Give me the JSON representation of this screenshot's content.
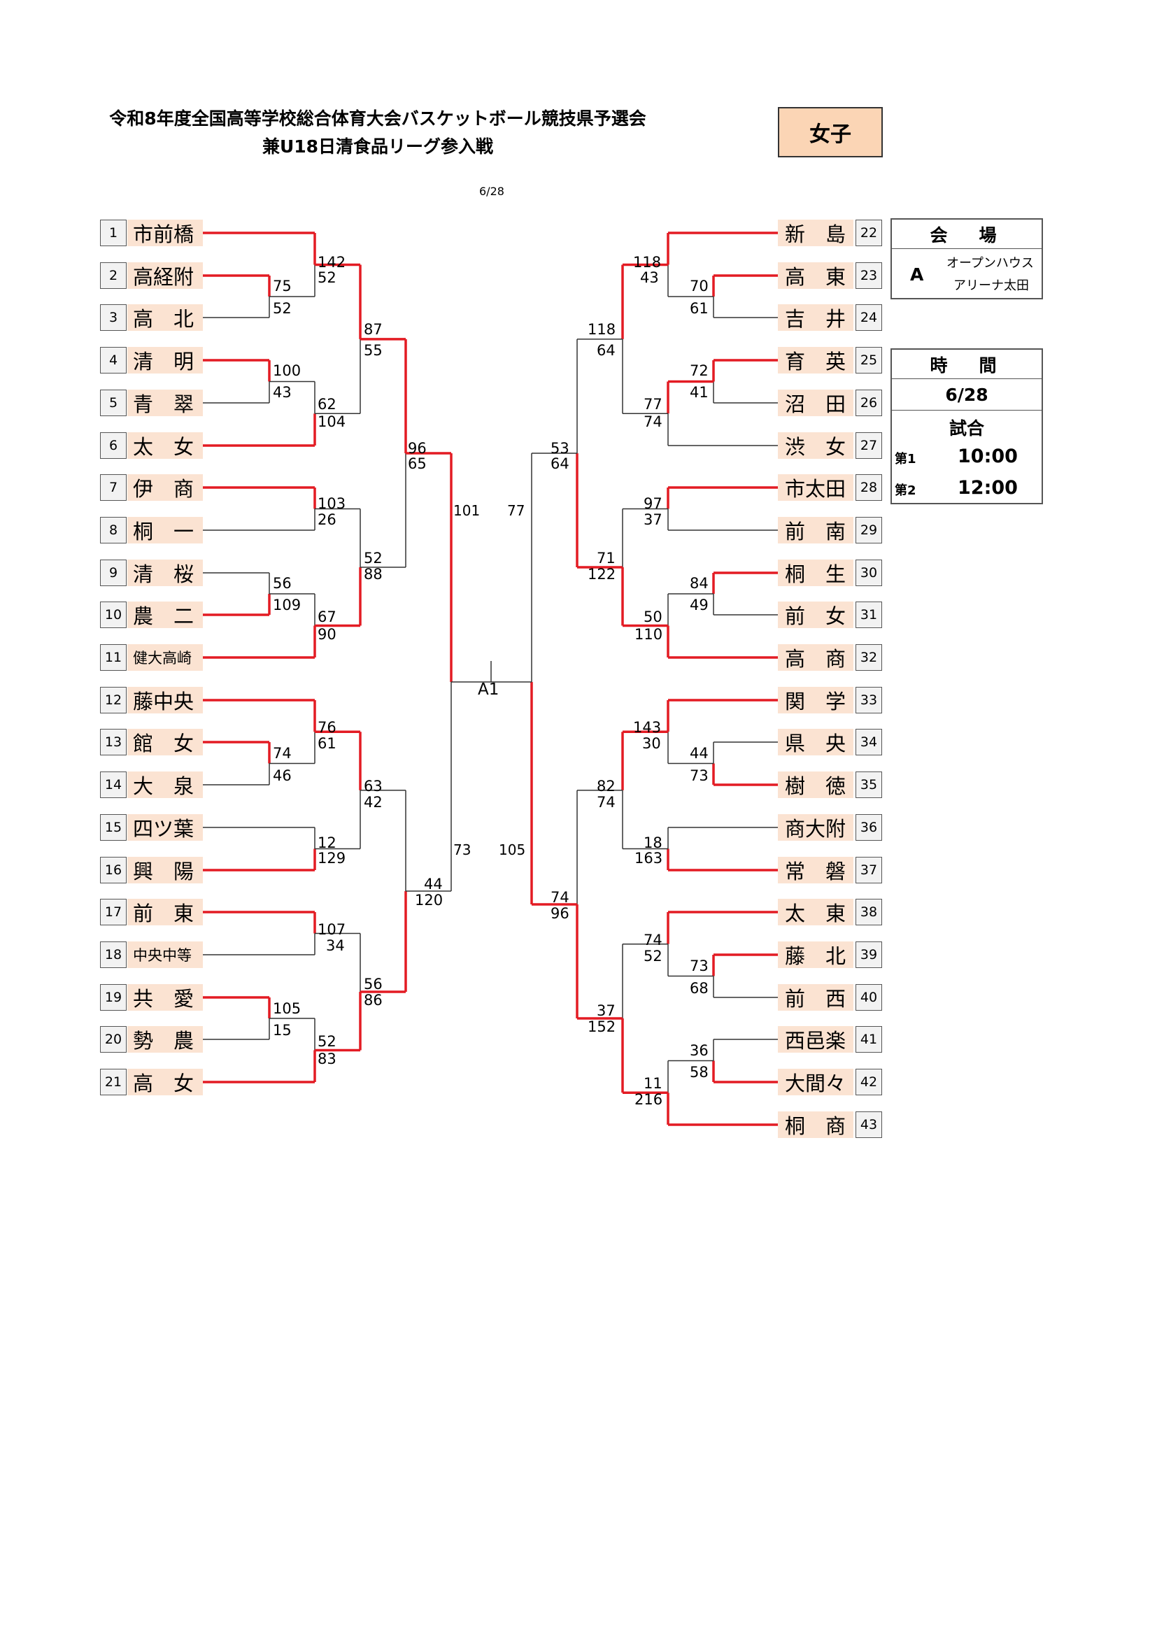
{
  "header": {
    "title_line1": "令和8年度全国高等学校総合体育大会バスケットボール競技県予選会",
    "title_line2": "兼U18日清食品リーグ参入戦",
    "gender": "女子",
    "date": "6/28"
  },
  "left_teams": [
    {
      "num": "1",
      "name": "市前橋"
    },
    {
      "num": "2",
      "name": "高経附"
    },
    {
      "num": "3",
      "name": "高　北"
    },
    {
      "num": "4",
      "name": "清　明"
    },
    {
      "num": "5",
      "name": "青　翠"
    },
    {
      "num": "6",
      "name": "太　女"
    },
    {
      "num": "7",
      "name": "伊　商"
    },
    {
      "num": "8",
      "name": "桐　一"
    },
    {
      "num": "9",
      "name": "清　桜"
    },
    {
      "num": "10",
      "name": "農　二"
    },
    {
      "num": "11",
      "name": "健大高崎"
    },
    {
      "num": "12",
      "name": "藤中央"
    },
    {
      "num": "13",
      "name": "館　女"
    },
    {
      "num": "14",
      "name": "大　泉"
    },
    {
      "num": "15",
      "name": "四ツ葉"
    },
    {
      "num": "16",
      "name": "興　陽"
    },
    {
      "num": "17",
      "name": "前　東"
    },
    {
      "num": "18",
      "name": "中央中等"
    },
    {
      "num": "19",
      "name": "共　愛"
    },
    {
      "num": "20",
      "name": "勢　農"
    },
    {
      "num": "21",
      "name": "高　女"
    }
  ],
  "right_teams": [
    {
      "num": "22",
      "name": "新　島"
    },
    {
      "num": "23",
      "name": "高　東"
    },
    {
      "num": "24",
      "name": "吉　井"
    },
    {
      "num": "25",
      "name": "育　英"
    },
    {
      "num": "26",
      "name": "沼　田"
    },
    {
      "num": "27",
      "name": "渋　女"
    },
    {
      "num": "28",
      "name": "市太田"
    },
    {
      "num": "29",
      "name": "前　南"
    },
    {
      "num": "30",
      "name": "桐　生"
    },
    {
      "num": "31",
      "name": "前　女"
    },
    {
      "num": "32",
      "name": "高　商"
    },
    {
      "num": "33",
      "name": "関　学"
    },
    {
      "num": "34",
      "name": "県　央"
    },
    {
      "num": "35",
      "name": "樹　徳"
    },
    {
      "num": "36",
      "name": "商大附"
    },
    {
      "num": "37",
      "name": "常　磐"
    },
    {
      "num": "38",
      "name": "太　東"
    },
    {
      "num": "39",
      "name": "藤　北"
    },
    {
      "num": "40",
      "name": "前　西"
    },
    {
      "num": "41",
      "name": "西邑楽"
    },
    {
      "num": "42",
      "name": "大間々"
    },
    {
      "num": "43",
      "name": "桐　商"
    }
  ],
  "scores": {
    "l1_2_3": [
      "75",
      "52"
    ],
    "l1_23": [
      "142",
      "52"
    ],
    "l4_5": [
      "100",
      "43"
    ],
    "l45_6": [
      "62",
      "104"
    ],
    "lQ1": [
      "87",
      "55"
    ],
    "l9_10": [
      "56",
      "109"
    ],
    "l7_8": [
      "103",
      "26"
    ],
    "l910_11": [
      "67",
      "90"
    ],
    "lQ2": [
      "52",
      "88"
    ],
    "lS1": [
      "96",
      "65"
    ],
    "l13_14": [
      "74",
      "46"
    ],
    "l12_1314": [
      "76",
      "61"
    ],
    "l15_16": [
      "12",
      "129"
    ],
    "lQ3": [
      "63",
      "42"
    ],
    "l19_20": [
      "105",
      "15"
    ],
    "l17_18": [
      "107",
      "34"
    ],
    "l1920_21": [
      "52",
      "83"
    ],
    "lQ4": [
      "56",
      "86"
    ],
    "lS2": [
      "44",
      "120"
    ],
    "l_final_top": "101",
    "l_final_bot": "73",
    "r23_24": [
      "70",
      "61"
    ],
    "r22_2324": [
      "118",
      "43"
    ],
    "r25_26": [
      "72",
      "41"
    ],
    "r2526_27": [
      "77",
      "74"
    ],
    "rQ1": [
      "118",
      "64"
    ],
    "r28_29": [
      "97",
      "37"
    ],
    "r30_31": [
      "84",
      "49"
    ],
    "r3031_32": [
      "50",
      "110"
    ],
    "rQ2": [
      "71",
      "122"
    ],
    "rS1": [
      "53",
      "64"
    ],
    "r34_35": [
      "44",
      "73"
    ],
    "r33_3435": [
      "143",
      "30"
    ],
    "r36_37": [
      "18",
      "163"
    ],
    "rQ3": [
      "82",
      "74"
    ],
    "r39_40": [
      "73",
      "68"
    ],
    "r38_3940": [
      "74",
      "52"
    ],
    "r41_42": [
      "36",
      "58"
    ],
    "r4142_43": [
      "11",
      "216"
    ],
    "rQ4": [
      "37",
      "152"
    ],
    "rS2": [
      "74",
      "96"
    ],
    "r_final_top": "77",
    "r_final_bot": "105"
  },
  "court": "A1",
  "venue": {
    "header": "会　場",
    "code": "A",
    "name_line1": "オープンハウス",
    "name_line2": "アリーナ太田"
  },
  "schedule": {
    "time_header": "時　間",
    "date": "6/28",
    "match_header": "試合",
    "slot1_label": "第1",
    "slot1_time": "10:00",
    "slot2_label": "第2",
    "slot2_time": "12:00"
  },
  "colors": {
    "winner_line": "#e31b23",
    "loser_line": "#333333",
    "team_bg": "#fbe3d2",
    "gender_bg": "#fbd5b5"
  }
}
